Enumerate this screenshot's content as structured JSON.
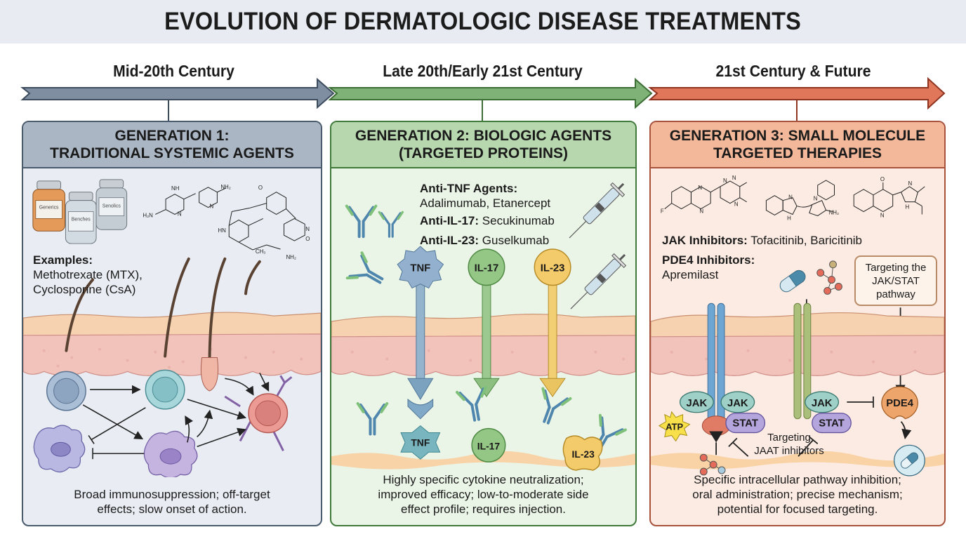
{
  "title": "EVOLUTION OF DERMATOLOGIC DISEASE TREATMENTS",
  "timeline": {
    "eras": [
      {
        "label": "Mid-20th Century",
        "color": "#7f8fa1",
        "stroke": "#3d4c5e"
      },
      {
        "label": "Late 20th/Early 21st Century",
        "color": "#7fb276",
        "stroke": "#3d6e36"
      },
      {
        "label": "21st Century & Future",
        "color": "#e0775a",
        "stroke": "#8f3421"
      }
    ]
  },
  "generations": [
    {
      "header_line1": "GENERATION 1:",
      "header_line2": "TRADITIONAL SYSTEMIC AGENTS",
      "bottle_labels": [
        "Generics",
        "Benches",
        "Senolics"
      ],
      "examples_label": "Examples:",
      "examples_line1": "Methotrexate (MTX),",
      "examples_line2": "Cyclosporine (CsA)",
      "summary_line1": "Broad immunosuppression; off-target",
      "summary_line2": "effects; slow onset of action."
    },
    {
      "header_line1": "GENERATION 2: BIOLOGIC AGENTS",
      "header_line2": "(TARGETED PROTEINS)",
      "agents": [
        {
          "label": "Anti-TNF Agents:",
          "value": "Adalimumab, Etanercept"
        },
        {
          "label": "Anti-IL-17:",
          "value": "Secukinumab"
        },
        {
          "label": "Anti-IL-23:",
          "value": "Guselkumab"
        }
      ],
      "cytokines": [
        "TNF",
        "IL-17",
        "IL-23"
      ],
      "summary_line1": "Highly specific cytokine neutralization;",
      "summary_line2": "improved efficacy; low-to-moderate side",
      "summary_line3": "effect profile; requires injection."
    },
    {
      "header_line1": "GENERATION 3: SMALL MOLECULE",
      "header_line2": "TARGETED THERAPIES",
      "agents": [
        {
          "label": "JAK Inhibitors:",
          "value": "Tofacitinib, Baricitinib"
        },
        {
          "label": "PDE4 Inhibitors:",
          "value": "Apremilast"
        }
      ],
      "callout": "Targeting the JAK/STAT pathway",
      "pathway_labels": {
        "jak": "JAK",
        "stat": "STAT",
        "atp": "ATP",
        "pde4": "PDE4"
      },
      "inhibitor_label_line1": "Targeting",
      "inhibitor_label_line2": "JAAT inhibitors",
      "summary_line1": "Specific intracellular pathway inhibition;",
      "summary_line2": "oral administration; precise mechanism;",
      "summary_line3": "potential for focused targeting."
    }
  ]
}
